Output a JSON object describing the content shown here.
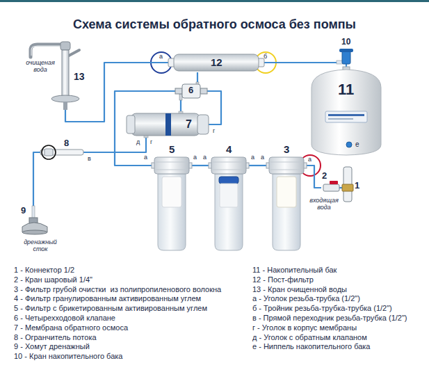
{
  "diagram": {
    "title": "Схема системы обратного осмоса без помпы",
    "nodes": [
      {
        "text": [
          "13"
        ]
      },
      {
        "text": [
          "12"
        ]
      },
      {
        "text": [
          "10"
        ]
      },
      {
        "text": [
          "6"
        ]
      },
      {
        "text": [
          "11"
        ]
      },
      {
        "text": [
          "7"
        ]
      },
      {
        "text": [
          "8"
        ]
      },
      {
        "text": [
          "5"
        ]
      },
      {
        "text": [
          "4"
        ]
      },
      {
        "text": [
          "3"
        ]
      },
      {
        "text": [
          "2"
        ]
      },
      {
        "text": [
          "1"
        ]
      },
      {
        "text": [
          "9"
        ]
      }
    ],
    "edges": [
      {
        "from": 11,
        "to": 10,
        "arrow": "none"
      },
      {
        "from": 10,
        "to": 9,
        "arrow": "none"
      },
      {
        "from": 9,
        "to": 8,
        "arrow": "none"
      },
      {
        "from": 8,
        "to": 7,
        "arrow": "none"
      },
      {
        "from": 7,
        "to": 3,
        "arrow": "none"
      },
      {
        "from": 3,
        "to": 5,
        "arrow": "none"
      },
      {
        "from": 5,
        "to": 3,
        "arrow": "none"
      },
      {
        "from": 5,
        "to": 6,
        "arrow": "none"
      },
      {
        "from": 6,
        "to": 12,
        "arrow": "none"
      },
      {
        "from": 3,
        "to": 1,
        "arrow": "none"
      },
      {
        "from": 1,
        "to": 2,
        "arrow": "none"
      },
      {
        "from": 2,
        "to": 4,
        "arrow": "none"
      },
      {
        "from": 1,
        "to": 0,
        "arrow": "none"
      }
    ],
    "labels": [
      "очищеная вода",
      "а",
      "б",
      "г",
      "д",
      "г",
      "в",
      "а",
      "а",
      "а",
      "а",
      "а",
      "а",
      "е",
      "входящая вода",
      "дренажный сток"
    ],
    "legend": [
      {
        "text": "1 - Коннектор 1/2"
      },
      {
        "text": "2 - Кран шаровый 1/4\""
      },
      {
        "text": "3 - Фильтр грубой очистки  из полипропиленового волокна"
      },
      {
        "text": "4 - Фильтр гранулированным активированным углем"
      },
      {
        "text": "5 - Фильтр с брикетированным активированным углем"
      },
      {
        "text": "6 - Четырехходовой клапане"
      },
      {
        "text": "7 - Мембрана обратного осмоса"
      },
      {
        "text": "8 - Огранчитель потока"
      },
      {
        "text": "9 - Хомут дренажный"
      },
      {
        "text": "10 - Кран накопительного бака"
      },
      {
        "text": "11 - Накопительный бак"
      },
      {
        "text": "12 - Пост-фильтр"
      },
      {
        "text": "13 - Кран очищенной воды"
      },
      {
        "text": "а - Уголок резьба-трубка (1/2\")"
      },
      {
        "text": "б - Тройник резьба-трубка-трубка (1/2\")"
      },
      {
        "text": "в - Прямой переходник резьба-трубка (1/2\")"
      },
      {
        "text": "г - Уголок в корпус мембраны"
      },
      {
        "text": "д - Уголок с обратным клапаном"
      },
      {
        "text": "е - Ниппель накопительного бака"
      }
    ]
  }
}
